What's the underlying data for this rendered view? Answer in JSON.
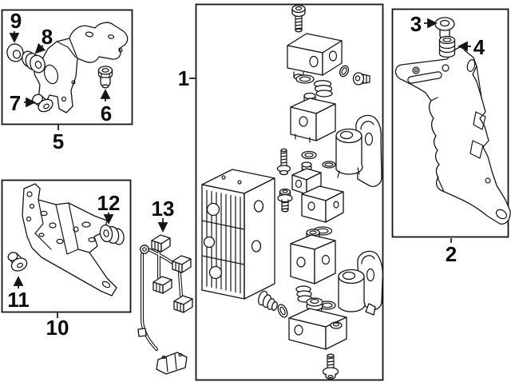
{
  "figure": {
    "kind": "exploded-parts-diagram",
    "background": "#ffffff",
    "line_color": "#141414",
    "callouts": {
      "c1": "1",
      "c2": "2",
      "c3": "3",
      "c4": "4",
      "c5": "5",
      "c6": "6",
      "c7": "7",
      "c8": "8",
      "c9": "9",
      "c10": "10",
      "c11": "11",
      "c12": "12",
      "c13": "13"
    },
    "groups": {
      "box_1_contains": [],
      "box_2_contains": [
        "3",
        "4"
      ],
      "box_5_contains": [
        "6",
        "7",
        "8",
        "9"
      ],
      "box_10_contains": [
        "11",
        "12"
      ],
      "standalone": [
        "13"
      ]
    }
  }
}
